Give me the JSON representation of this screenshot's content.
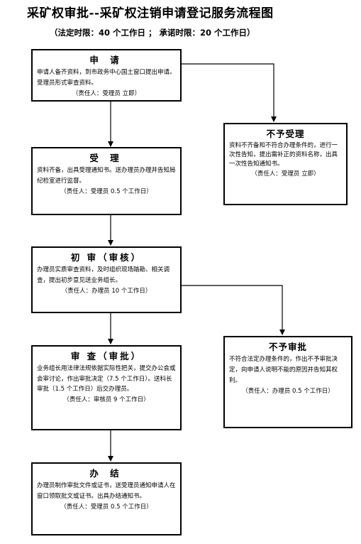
{
  "title": "采矿权审批--采矿权注销申请登记服务流程图",
  "subtitle": "（法定时限：40 个工作日 ； 承诺时限：20 个工作日）",
  "steps": {
    "apply": {
      "title": "申  请",
      "body": "申请人备齐资料，到市政务中心国土窗口提出申请。受理员形式审查资料。",
      "resp": "（责任人：受理员  立即）"
    },
    "accept": {
      "title": "受  理",
      "body": "资料齐备，出具受理通知书。送办理员办理并告知局纪检室进行监督。",
      "resp": "（责任人：受理员 0.5 个工作日）"
    },
    "reject_accept": {
      "title": "不予受理",
      "body": "资料不齐备和不符合办理条件的，进行一次性告知，提出需补正的资料名称，出具一次性告知通知书。",
      "resp": "（责任人：受理员  立即）"
    },
    "initial_review": {
      "title": "初  审（审核）",
      "body": "办理员实质审查资料，及时组织现场踏勘、相关调查，提出初步意见送业务组长。",
      "resp": "（责任人：办理员 10 个工作日）"
    },
    "review": {
      "title": "审  查（审批）",
      "body": "业务组长用法律法规依据实际性把关，提交办公会或会审讨论，作出审批决定（7.5 个工作日）。送科长审批（1.5 个工作日）后交办理员。",
      "resp": "（责任人：审核员 9 个工作日）"
    },
    "reject_approve": {
      "title": "不予审批",
      "body": "不符合法定办理条件的，作出不予审批决定，向申请人说明不能的原因并告知其权利。",
      "resp": "（责任人：办理员 0.5 个工作日）"
    },
    "conclude": {
      "title": "办  结",
      "body": "办理员制作审批文件或证书，送受理员通知申请人在窗口领取批文或证书。出具办结通知书。",
      "resp": "（责任人：受理员 0.5 个工作日）"
    }
  }
}
